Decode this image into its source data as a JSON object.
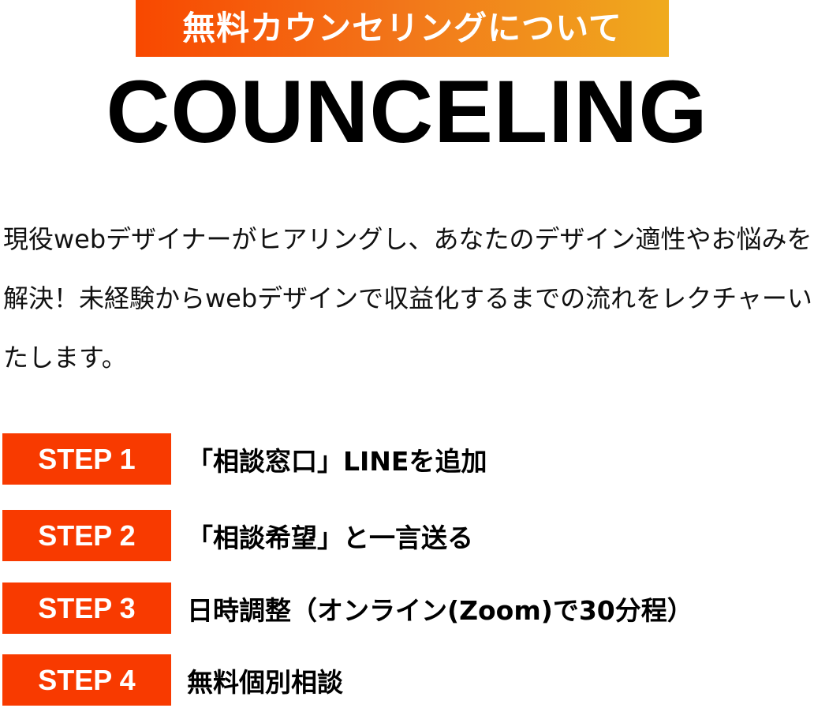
{
  "header": {
    "banner_label": "無料カウンセリングについて",
    "title": "COUNCELING"
  },
  "description": "現役webデザイナーがヒアリングし、あなたのデザイン適性やお悩みを解決！未経験からwebデザインで収益化するまでの流れをレクチャーいたします。",
  "steps": [
    {
      "badge": "STEP 1",
      "text": "「相談窓口」LINEを追加"
    },
    {
      "badge": "STEP 2",
      "text": "「相談希望」と一言送る"
    },
    {
      "badge": "STEP 3",
      "text": "日時調整（オンライン(Zoom)で30分程）"
    },
    {
      "badge": "STEP 4",
      "text": "無料個別相談"
    }
  ],
  "colors": {
    "badge": "#f83a00",
    "gradient_start": "#f84800",
    "gradient_end": "#f0ab1e"
  }
}
